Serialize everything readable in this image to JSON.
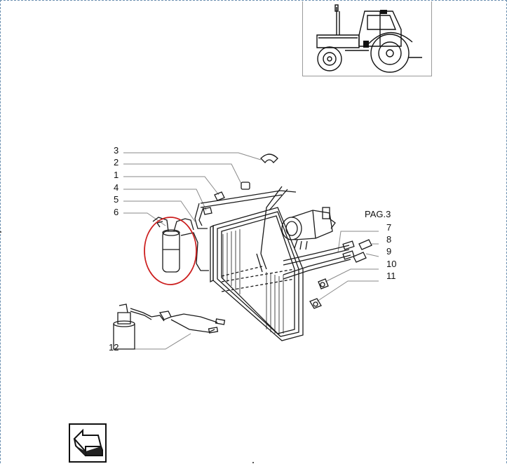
{
  "callouts": {
    "c1": "1",
    "c2": "2",
    "c3": "3",
    "c4": "4",
    "c5": "5",
    "c6": "6",
    "c7": "7",
    "c8": "8",
    "c9": "9",
    "c10": "10",
    "c11": "11",
    "c12": "12"
  },
  "page_ref": "PAG.3",
  "colors": {
    "line": "#1a1a1a",
    "highlight": "#cc1f1f",
    "border": "#6a8fb0",
    "leader": "#8a8a8a"
  },
  "icons": {
    "tractor": "tractor-icon",
    "nav": "back-arrow-icon"
  }
}
